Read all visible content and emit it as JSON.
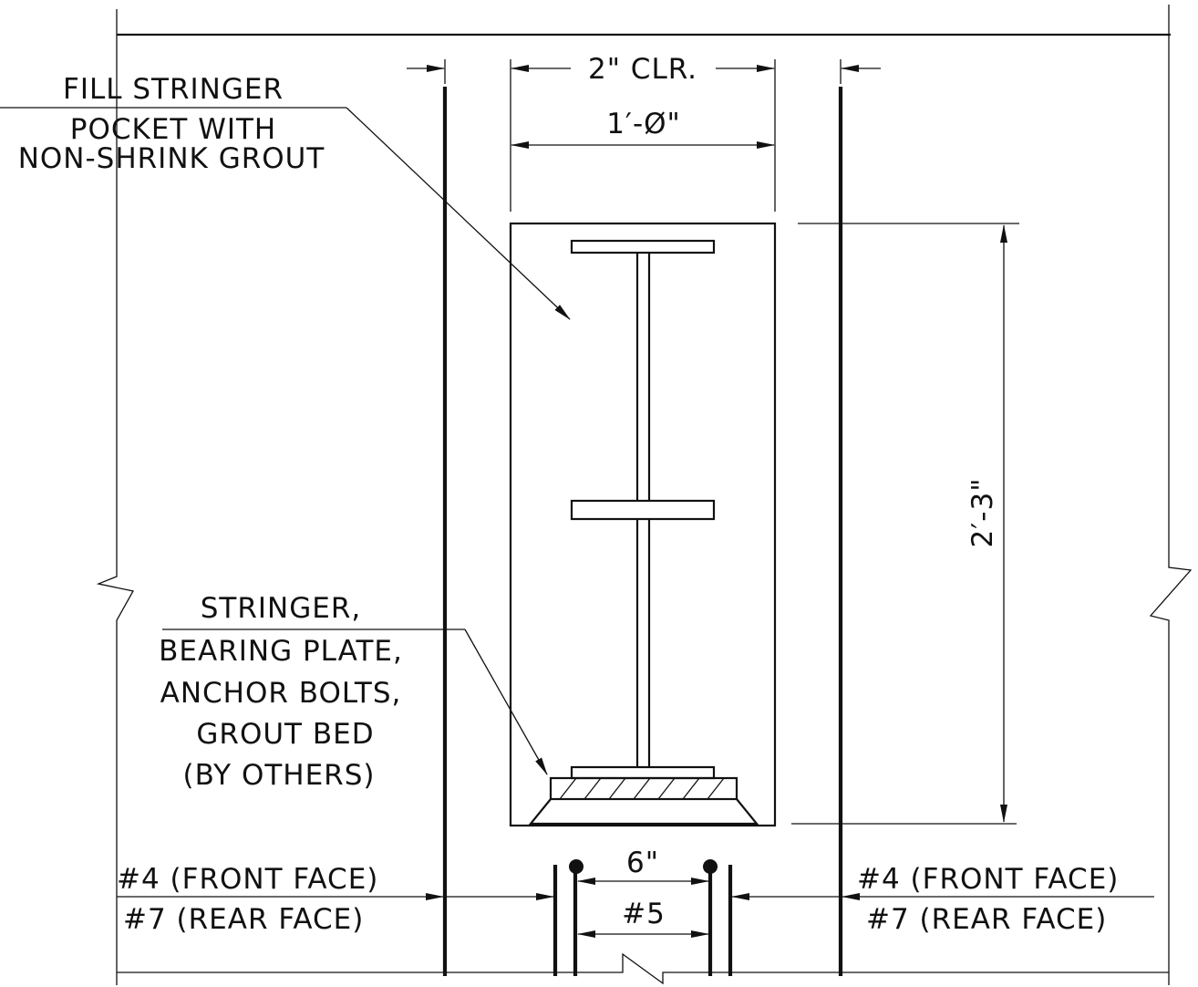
{
  "labels": {
    "clear_cover": "2\" CLR.",
    "pocket_width": "1′-Ø\"",
    "fill_note_1": "FILL STRINGER",
    "fill_note_2": "POCKET WITH",
    "fill_note_3": "NON-SHRINK GROUT",
    "pocket_depth": "2′-3\"",
    "stringer_note_1": "STRINGER,",
    "stringer_note_2": "BEARING PLATE,",
    "stringer_note_3": "ANCHOR BOLTS,",
    "stringer_note_4": "GROUT BED",
    "stringer_note_5": "(BY OTHERS)",
    "bar_spacing": "6\"",
    "bar_size": "#5",
    "left_front": "#4 (FRONT FACE)",
    "left_rear": "#7 (REAR FACE)",
    "right_front": "#4 (FRONT FACE)",
    "right_rear": "#7 (REAR FACE)"
  }
}
